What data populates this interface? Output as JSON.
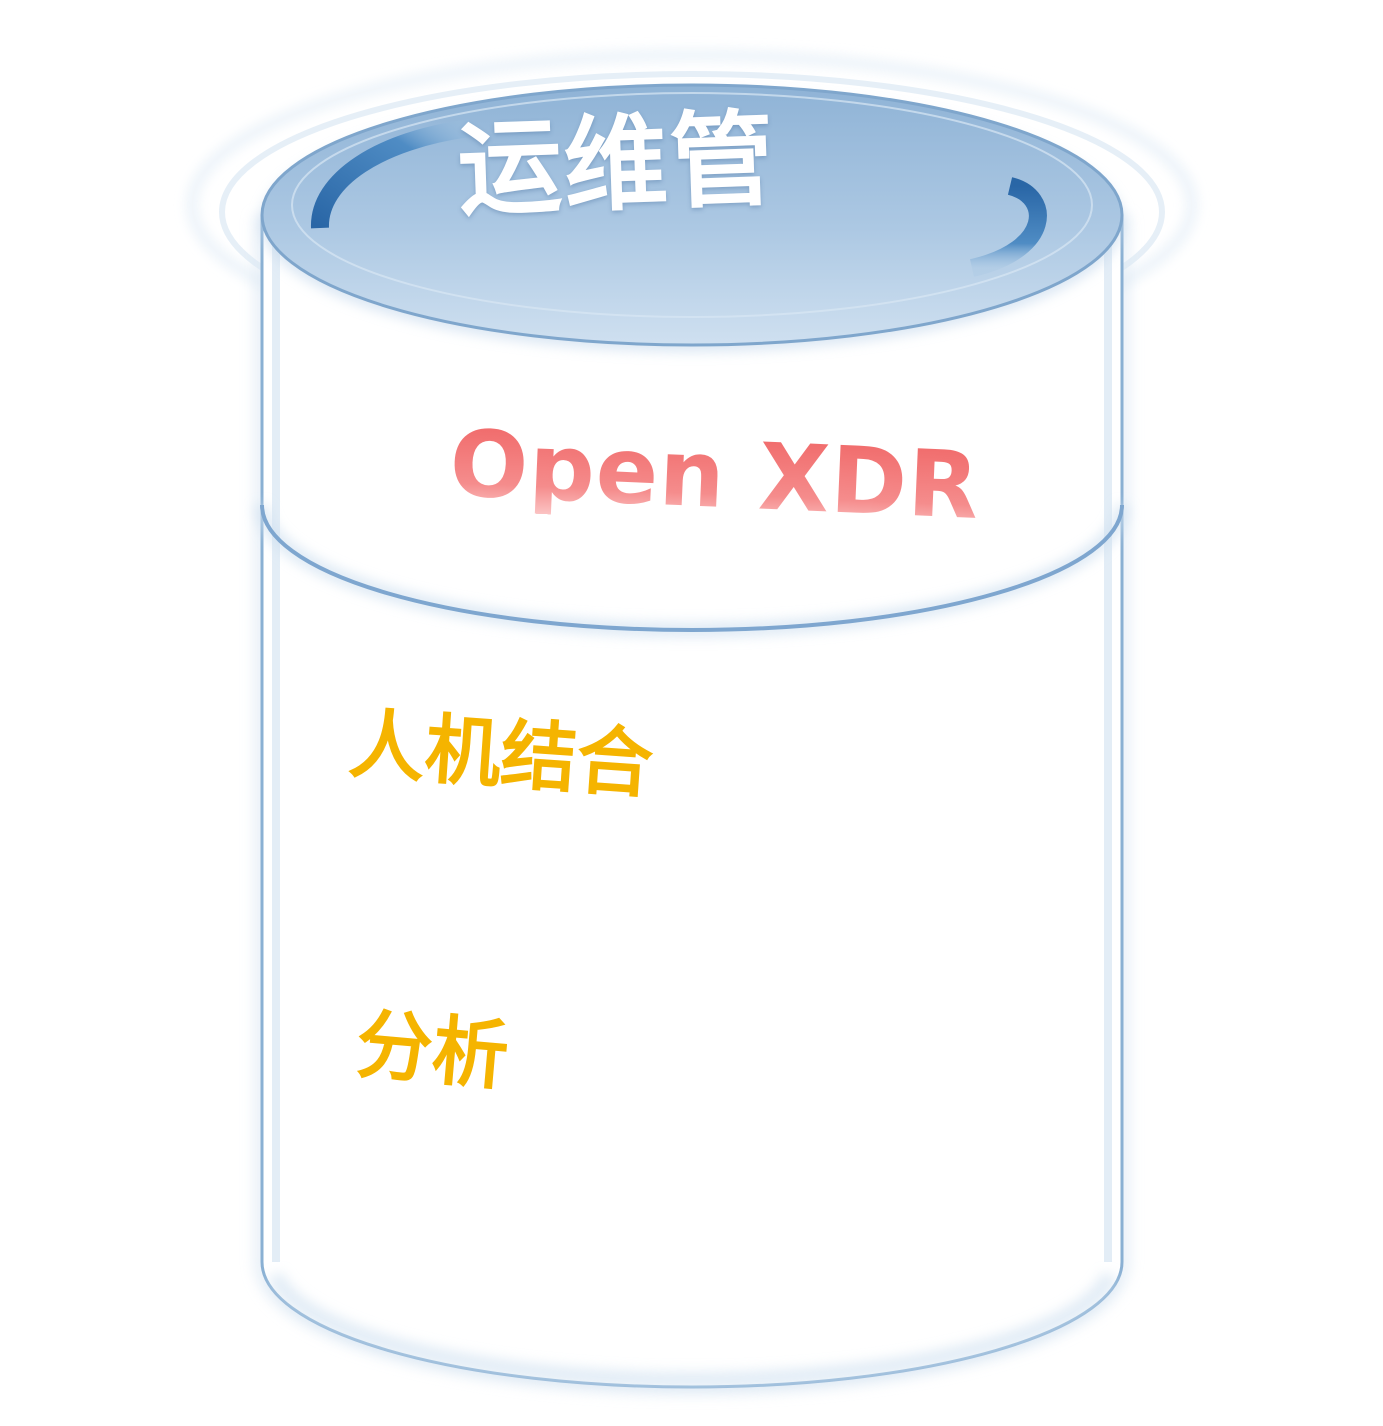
{
  "cylinder": {
    "top_title": "运维管",
    "band_label": "Open XDR",
    "features": [
      "人机结合",
      "分析"
    ]
  },
  "colors": {
    "lid_fill": "#9fc0dd",
    "lid_arc": "#2f6fae",
    "body_outline": "#8ab0d3",
    "band_label": "#f27a7a",
    "feature_text": "#f5b400",
    "title_text": "#ffffff"
  }
}
